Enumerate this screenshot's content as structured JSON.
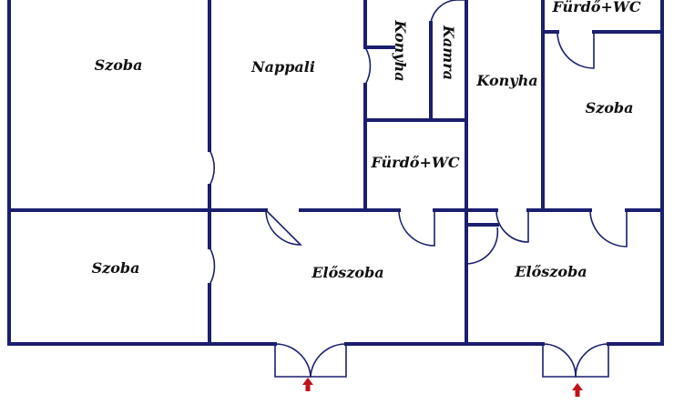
{
  "rooms": [
    {
      "key": "szoba_top_left",
      "label": "Szoba"
    },
    {
      "key": "nappali",
      "label": "Nappali"
    },
    {
      "key": "konyha_rotated",
      "label": "Konyha"
    },
    {
      "key": "kamra",
      "label": "Kamra"
    },
    {
      "key": "furdo_top_right",
      "label": "Fürdő+WC"
    },
    {
      "key": "konyha_right",
      "label": "Konyha"
    },
    {
      "key": "szoba_right",
      "label": "Szoba"
    },
    {
      "key": "furdo_mid",
      "label": "Fürdő+WC"
    },
    {
      "key": "szoba_bottom_left",
      "label": "Szoba"
    },
    {
      "key": "eloszoba_left",
      "label": "Előszoba"
    },
    {
      "key": "eloszoba_right",
      "label": "Előszoba"
    }
  ],
  "colors": {
    "wall": "#1a1f6e",
    "entry_arrow": "#c0121a",
    "background": "#ffffff"
  }
}
